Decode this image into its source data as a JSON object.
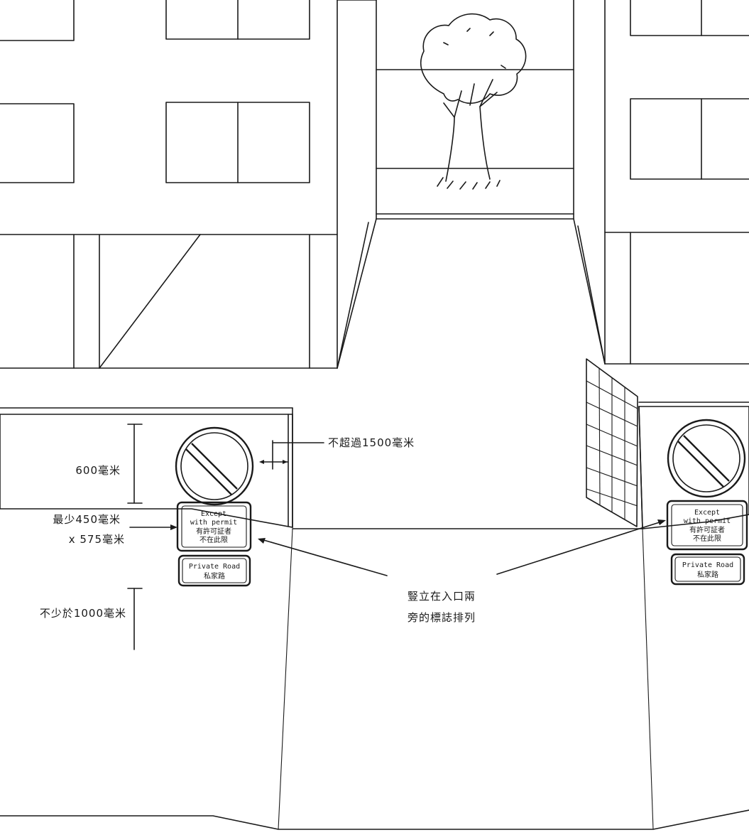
{
  "labels": {
    "max_offset": "不超過1500毫米",
    "sign_height": "600毫米",
    "plate_min_w": "最少450毫米",
    "plate_min_h": "x 575毫米",
    "mount_height": "不少於1000毫米",
    "arrangement_line1": "豎立在入口兩",
    "arrangement_line2": "旁的標誌排列"
  },
  "left_sign": {
    "plate_line1": "Except",
    "plate_line2": "with permit",
    "plate_line3": "有許可証者",
    "plate_line4": "不在此限",
    "road_line1": "Private Road",
    "road_line2": "私家路"
  },
  "right_sign": {
    "plate_line1": "Except",
    "plate_line2": "with permit",
    "plate_line3": "有許可証者",
    "plate_line4": "不在此限",
    "road_line1": "Private Road",
    "road_line2": "私家路"
  },
  "colors": {
    "ink": "#1a1a1a",
    "paper": "#ffffff"
  }
}
